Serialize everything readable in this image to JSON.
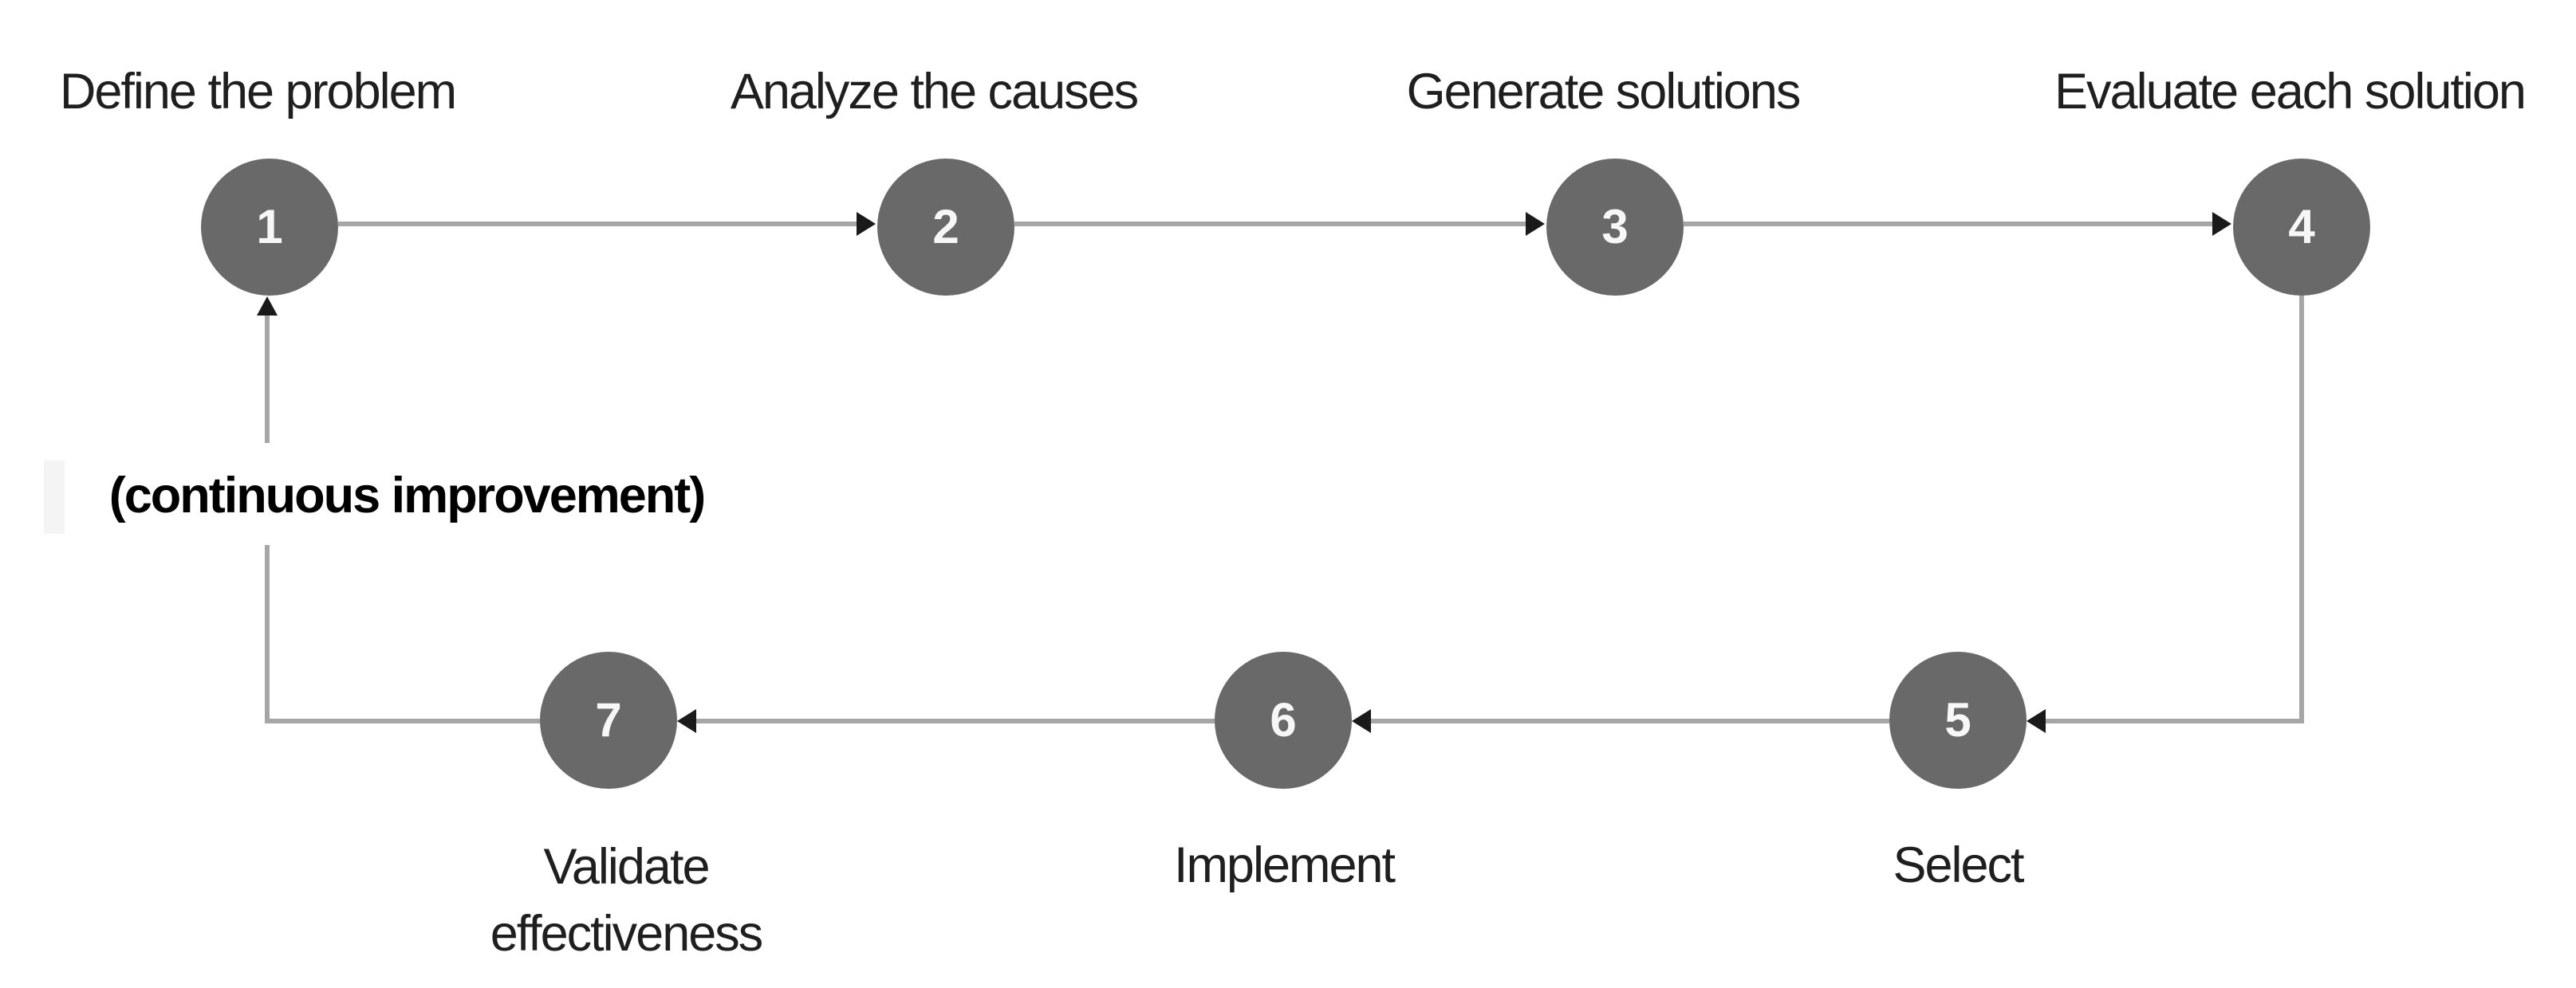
{
  "diagram": {
    "loop_label": "(continuous improvement)",
    "steps": [
      {
        "number": "1",
        "label": "Define the problem"
      },
      {
        "number": "2",
        "label": "Analyze the causes"
      },
      {
        "number": "3",
        "label": "Generate solutions"
      },
      {
        "number": "4",
        "label": "Evaluate each solution"
      },
      {
        "number": "5",
        "label": "Select"
      },
      {
        "number": "6",
        "label": "Implement"
      },
      {
        "number": "7",
        "label": "Validate effectiveness"
      }
    ],
    "colors": {
      "background": "#ffffff",
      "circle_fill": "#696969",
      "connector_line": "#a6a6a6",
      "arrowhead": "#1a1a1a",
      "label_text": "#1f1f1f",
      "loop_label_text": "#000000",
      "number_text": "#f7f7f7"
    }
  }
}
